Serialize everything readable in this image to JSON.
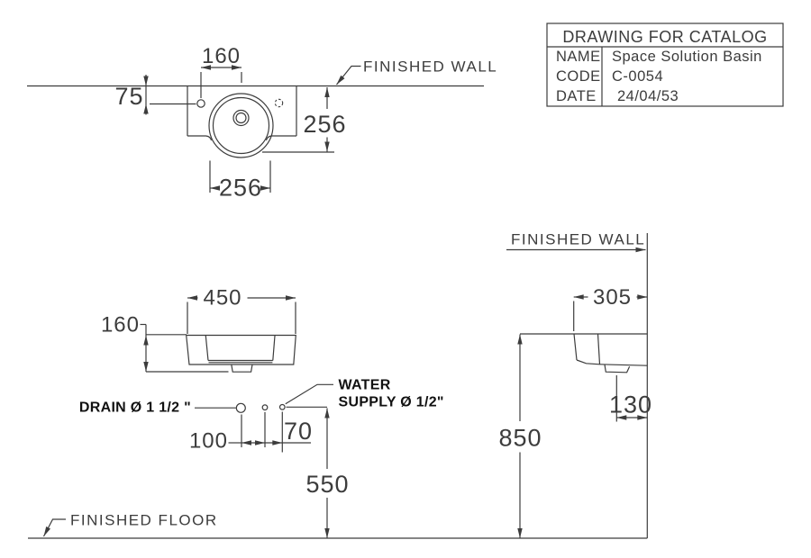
{
  "colors": {
    "background": "#ffffff",
    "line": "#3c3c3c",
    "text": "#3c3c3c",
    "bold_label": "#111111"
  },
  "title_block": {
    "header": "DRAWING FOR CATALOG",
    "rows": [
      {
        "label": "NAME",
        "value": "Space Solution Basin"
      },
      {
        "label": "CODE",
        "value": "C-0054"
      },
      {
        "label": "DATE",
        "value": "24/04/53"
      }
    ]
  },
  "labels": {
    "finished_wall_top": "FINISHED WALL",
    "finished_wall_side": "FINISHED WALL",
    "finished_floor": "FINISHED FLOOR",
    "drain": "DRAIN Ø 1 1/2 \"",
    "water_supply_line1": "WATER",
    "water_supply_line2": "SUPPLY Ø 1/2\""
  },
  "dimensions_mm": {
    "top_view": {
      "tap_hole_offset": "160",
      "tap_hole_from_wall": "75",
      "overall_depth": "256",
      "bowl_width": "256"
    },
    "front_view": {
      "overall_width": "450",
      "body_height": "160",
      "drain_to_supply": "100",
      "supply_spacing": "70",
      "supply_height_from_floor": "550"
    },
    "side_view": {
      "overall_depth": "305",
      "drain_from_wall": "130",
      "rim_height_from_floor": "850"
    }
  }
}
